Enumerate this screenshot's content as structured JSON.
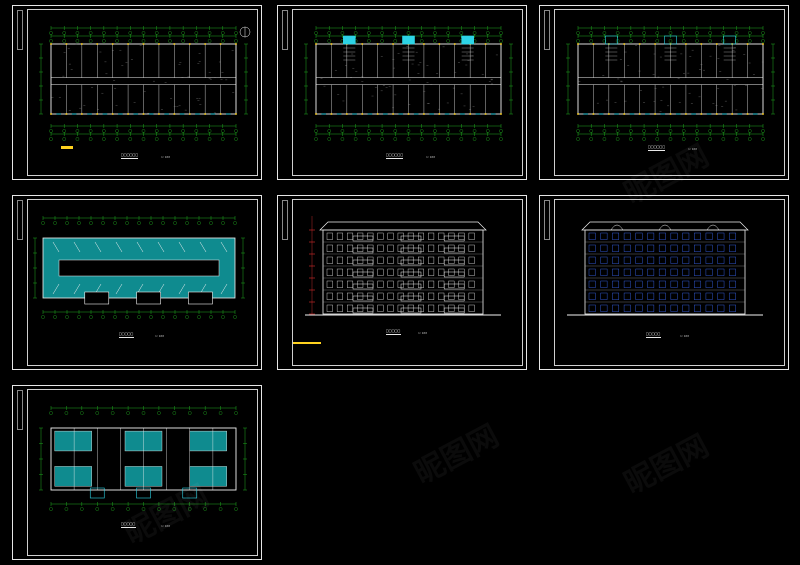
{
  "sheets": [
    {
      "id": "sheet-1",
      "type": "plan",
      "caption": "□□□□□□",
      "scale": "1:100"
    },
    {
      "id": "sheet-2",
      "type": "plan",
      "caption": "□□□□□□",
      "scale": "1:100"
    },
    {
      "id": "sheet-3",
      "type": "plan",
      "caption": "□□□□□□",
      "scale": "1:100"
    },
    {
      "id": "sheet-4",
      "type": "roof-plan",
      "caption": "□□□□□",
      "scale": "1:100"
    },
    {
      "id": "sheet-5",
      "type": "elevation",
      "caption": "□□□□□",
      "scale": "1:100"
    },
    {
      "id": "sheet-6",
      "type": "elevation",
      "caption": "□□□□□",
      "scale": "1:100"
    },
    {
      "id": "sheet-7",
      "type": "unit-plan",
      "caption": "□□□□□",
      "scale": "1:100"
    }
  ],
  "watermark": "昵图网",
  "colors": {
    "background": "#000000",
    "frame": "#e6e6e6",
    "grid_dim": "#1fa81f",
    "wall": "#f2f2f2",
    "accent_yellow": "#ffd21f",
    "accent_cyan": "#2cd4e6",
    "roof_fill": "#0f8b8f",
    "dim_red": "#e23030",
    "window_blue": "#3c6cff"
  }
}
